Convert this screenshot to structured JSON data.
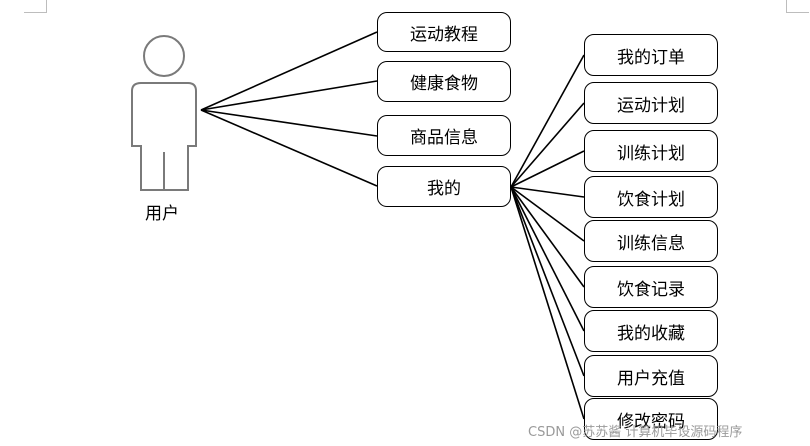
{
  "actor": {
    "label": "用户",
    "icon": "person-icon"
  },
  "main_use_cases": [
    "运动教程",
    "健康食物",
    "商品信息",
    "我的"
  ],
  "sub_use_cases": [
    "我的订单",
    "运动计划",
    "训练计划",
    "饮食计划",
    "训练信息",
    "饮食记录",
    "我的收藏",
    "用户充值",
    "修改密码"
  ],
  "watermark": "CSDN @苏苏酱     计算机毕设源码程序"
}
